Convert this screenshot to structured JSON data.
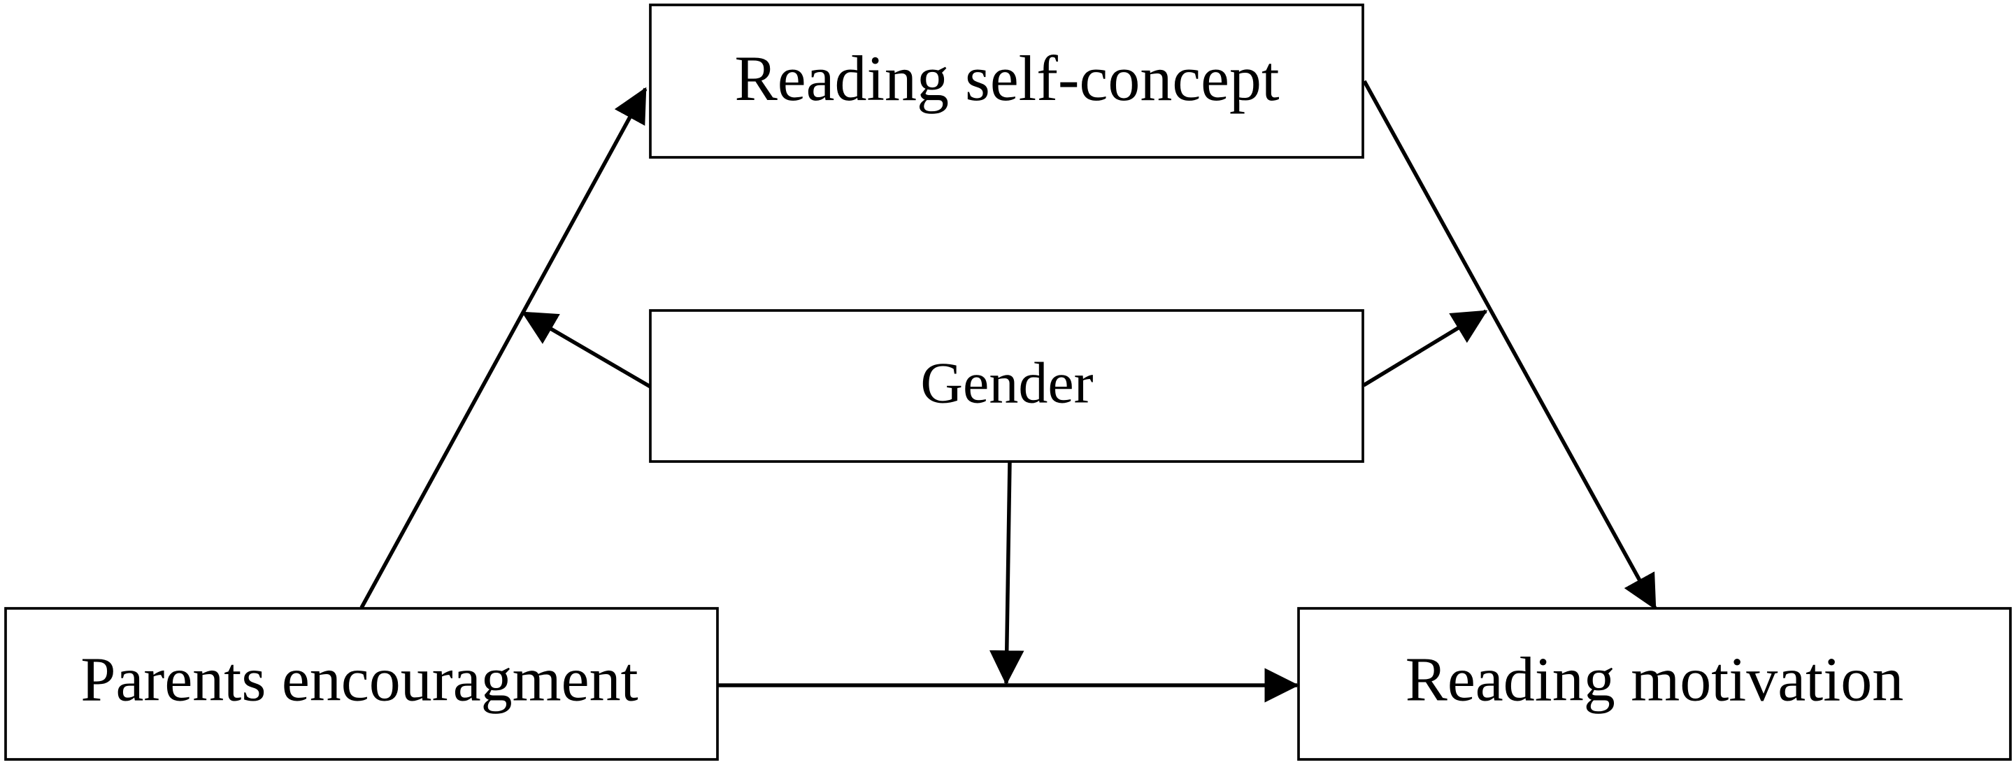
{
  "nodes": {
    "self_concept": "Reading self-concept",
    "gender": "Gender",
    "parents": "Parents encouragment",
    "motivation": "Reading motivation"
  },
  "edges": [
    {
      "from": "parents",
      "to": "self_concept"
    },
    {
      "from": "self_concept",
      "to": "motivation"
    },
    {
      "from": "parents",
      "to": "motivation"
    },
    {
      "from": "gender",
      "to": "path parents → self_concept",
      "type": "moderation"
    },
    {
      "from": "gender",
      "to": "path self_concept → motivation",
      "type": "moderation"
    },
    {
      "from": "gender",
      "to": "path parents → motivation",
      "type": "moderation"
    }
  ],
  "colors": {
    "stroke": "#000000",
    "background": "#ffffff"
  }
}
